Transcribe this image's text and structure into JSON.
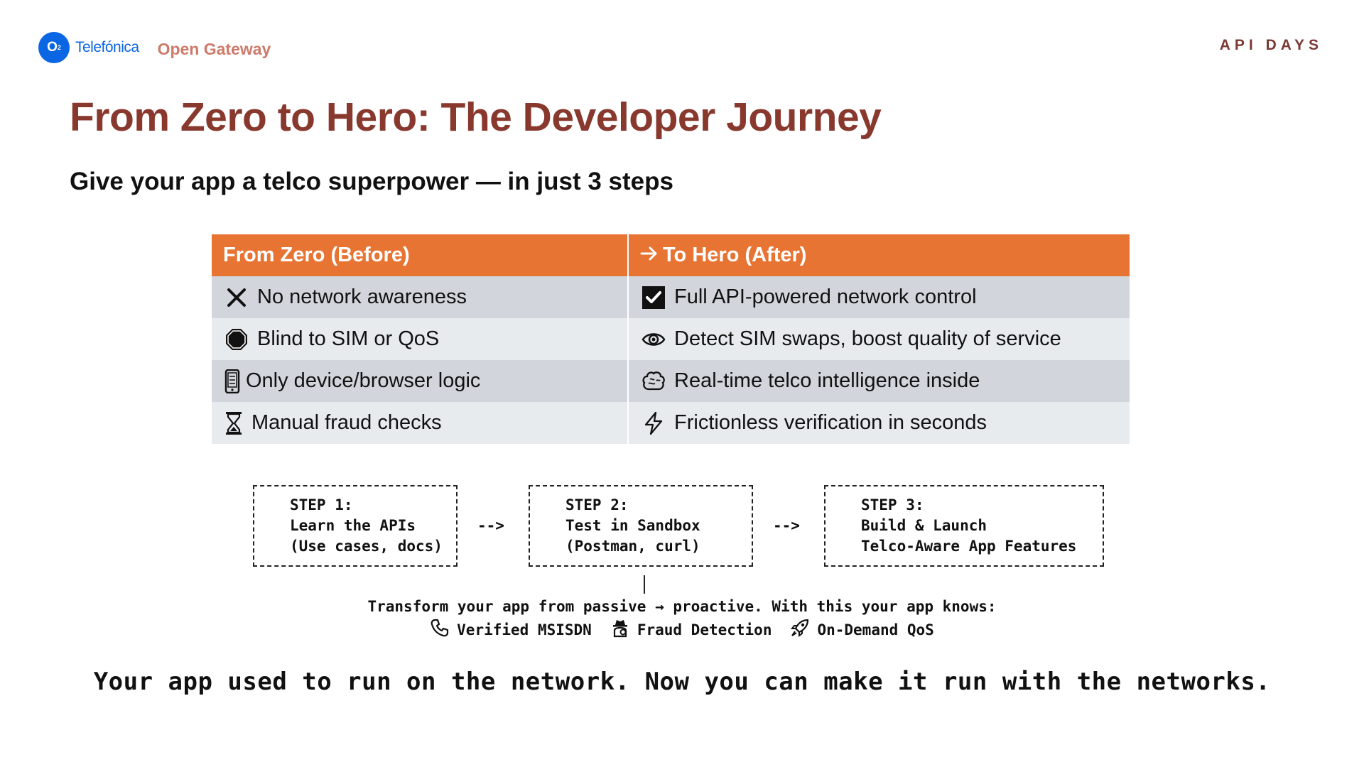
{
  "header": {
    "brand": "Telefónica",
    "brand_sub": "Open Gateway",
    "event": "API DAYS"
  },
  "title": "From Zero to Hero: The Developer Journey",
  "subtitle": "Give your app a telco superpower — in just 3 steps",
  "table": {
    "head": {
      "before": "From Zero (Before)",
      "after": "To Hero (After)"
    },
    "rows": [
      {
        "before": "No network awareness",
        "before_icon": "x-icon",
        "after": "Full API-powered network control",
        "after_icon": "check-box-icon"
      },
      {
        "before": "Blind to SIM or QoS",
        "before_icon": "stop-sign-icon",
        "after": "Detect SIM swaps, boost quality of service",
        "after_icon": "eye-icon"
      },
      {
        "before": "Only device/browser logic",
        "before_icon": "phone-icon",
        "after": "Real-time telco intelligence inside",
        "after_icon": "brain-icon"
      },
      {
        "before": "Manual fraud checks",
        "before_icon": "hourglass-icon",
        "after": "Frictionless verification in seconds",
        "after_icon": "lightning-icon"
      }
    ]
  },
  "steps": [
    {
      "label": "STEP 1:",
      "line1": "Learn the APIs",
      "line2": "(Use cases, docs)"
    },
    {
      "label": "STEP 2:",
      "line1": "Test in Sandbox",
      "line2": "(Postman, curl)"
    },
    {
      "label": "STEP 3:",
      "line1": "Build & Launch",
      "line2": "Telco-Aware App Features"
    }
  ],
  "arrow_text": "-->",
  "transform_text": "Transform your app from passive → proactive. With this your app knows:",
  "features": [
    {
      "label": "Verified MSISDN",
      "icon": "phone-handset-icon"
    },
    {
      "label": "Fraud Detection",
      "icon": "spy-icon"
    },
    {
      "label": "On-Demand QoS",
      "icon": "rocket-icon"
    }
  ],
  "tagline": "Your app used to run on the network. Now you can make it run with the networks.",
  "colors": {
    "title": "#88382d",
    "header_row": "#e87433",
    "row_dark": "#d2d6dc",
    "row_light": "#e8ebee",
    "brand_blue": "#0b66e4",
    "brand_sub": "#cd7a6a"
  }
}
